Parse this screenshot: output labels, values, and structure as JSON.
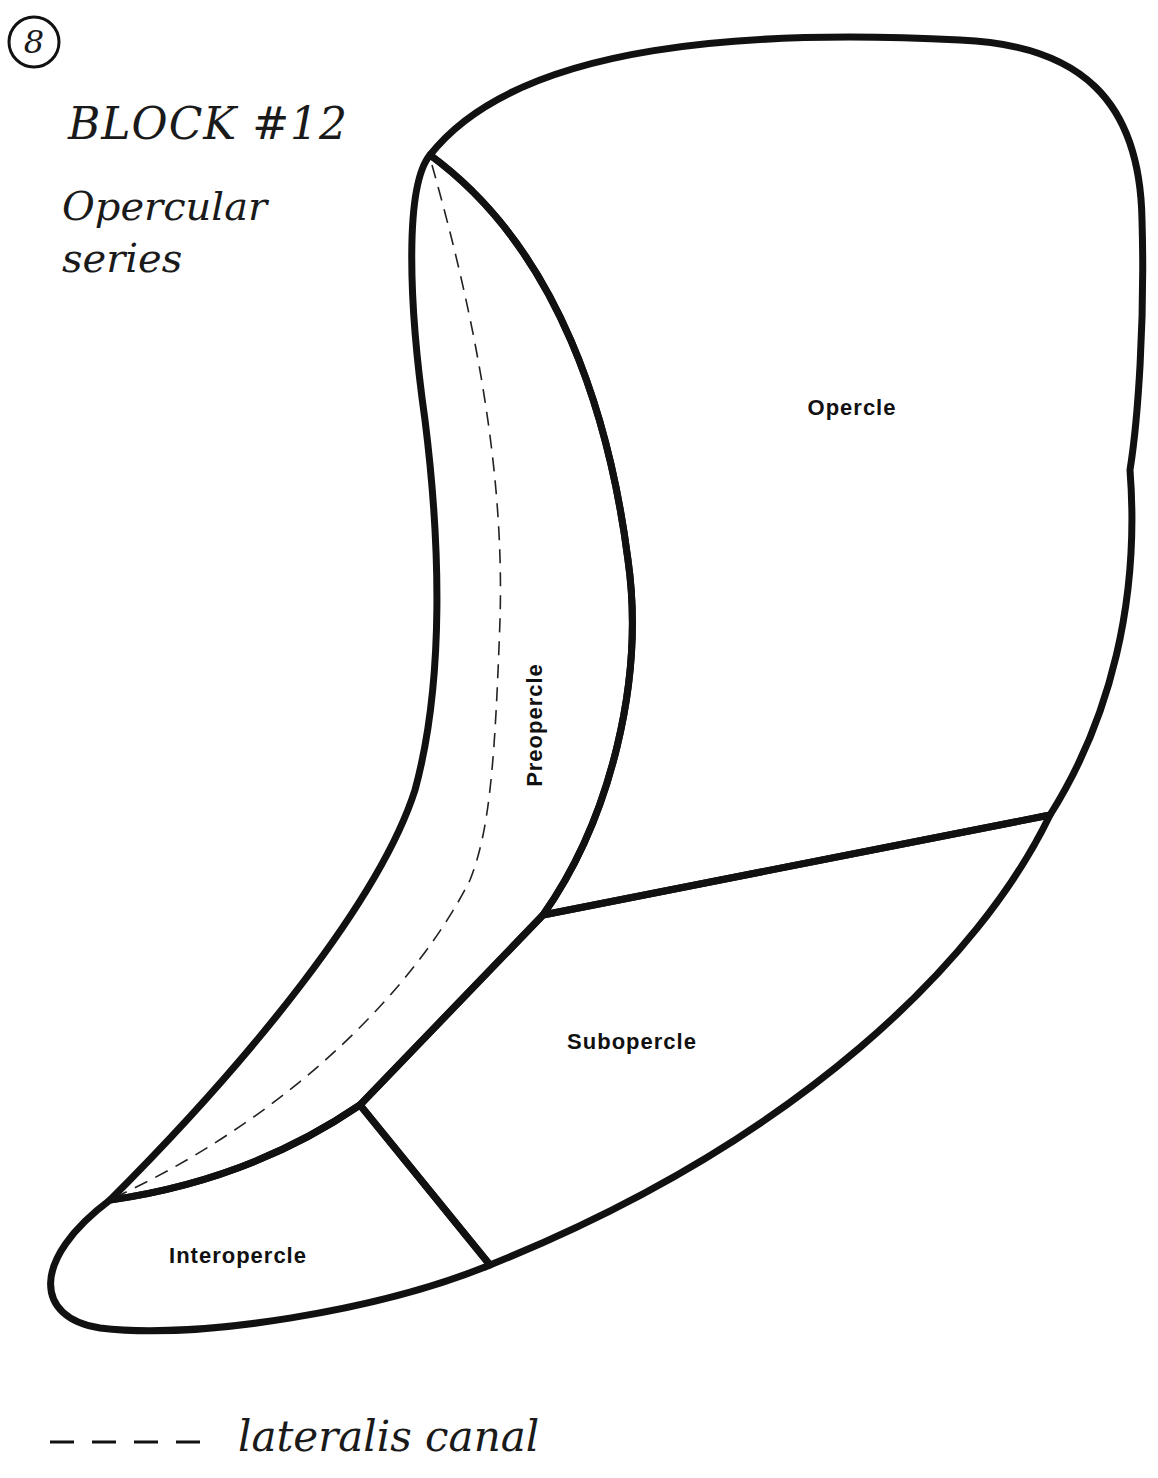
{
  "diagram": {
    "title": "BLOCK #12",
    "nodes": [
      {
        "text": [
          "Opercle"
        ]
      },
      {
        "text": [
          "Preopercle"
        ]
      },
      {
        "text": [
          "Subopercle"
        ]
      },
      {
        "text": [
          "Interopercle"
        ]
      }
    ],
    "labels": [
      "8",
      "Opercular series"
    ],
    "legend": [
      {
        "text": "lateralis canal"
      }
    ]
  }
}
